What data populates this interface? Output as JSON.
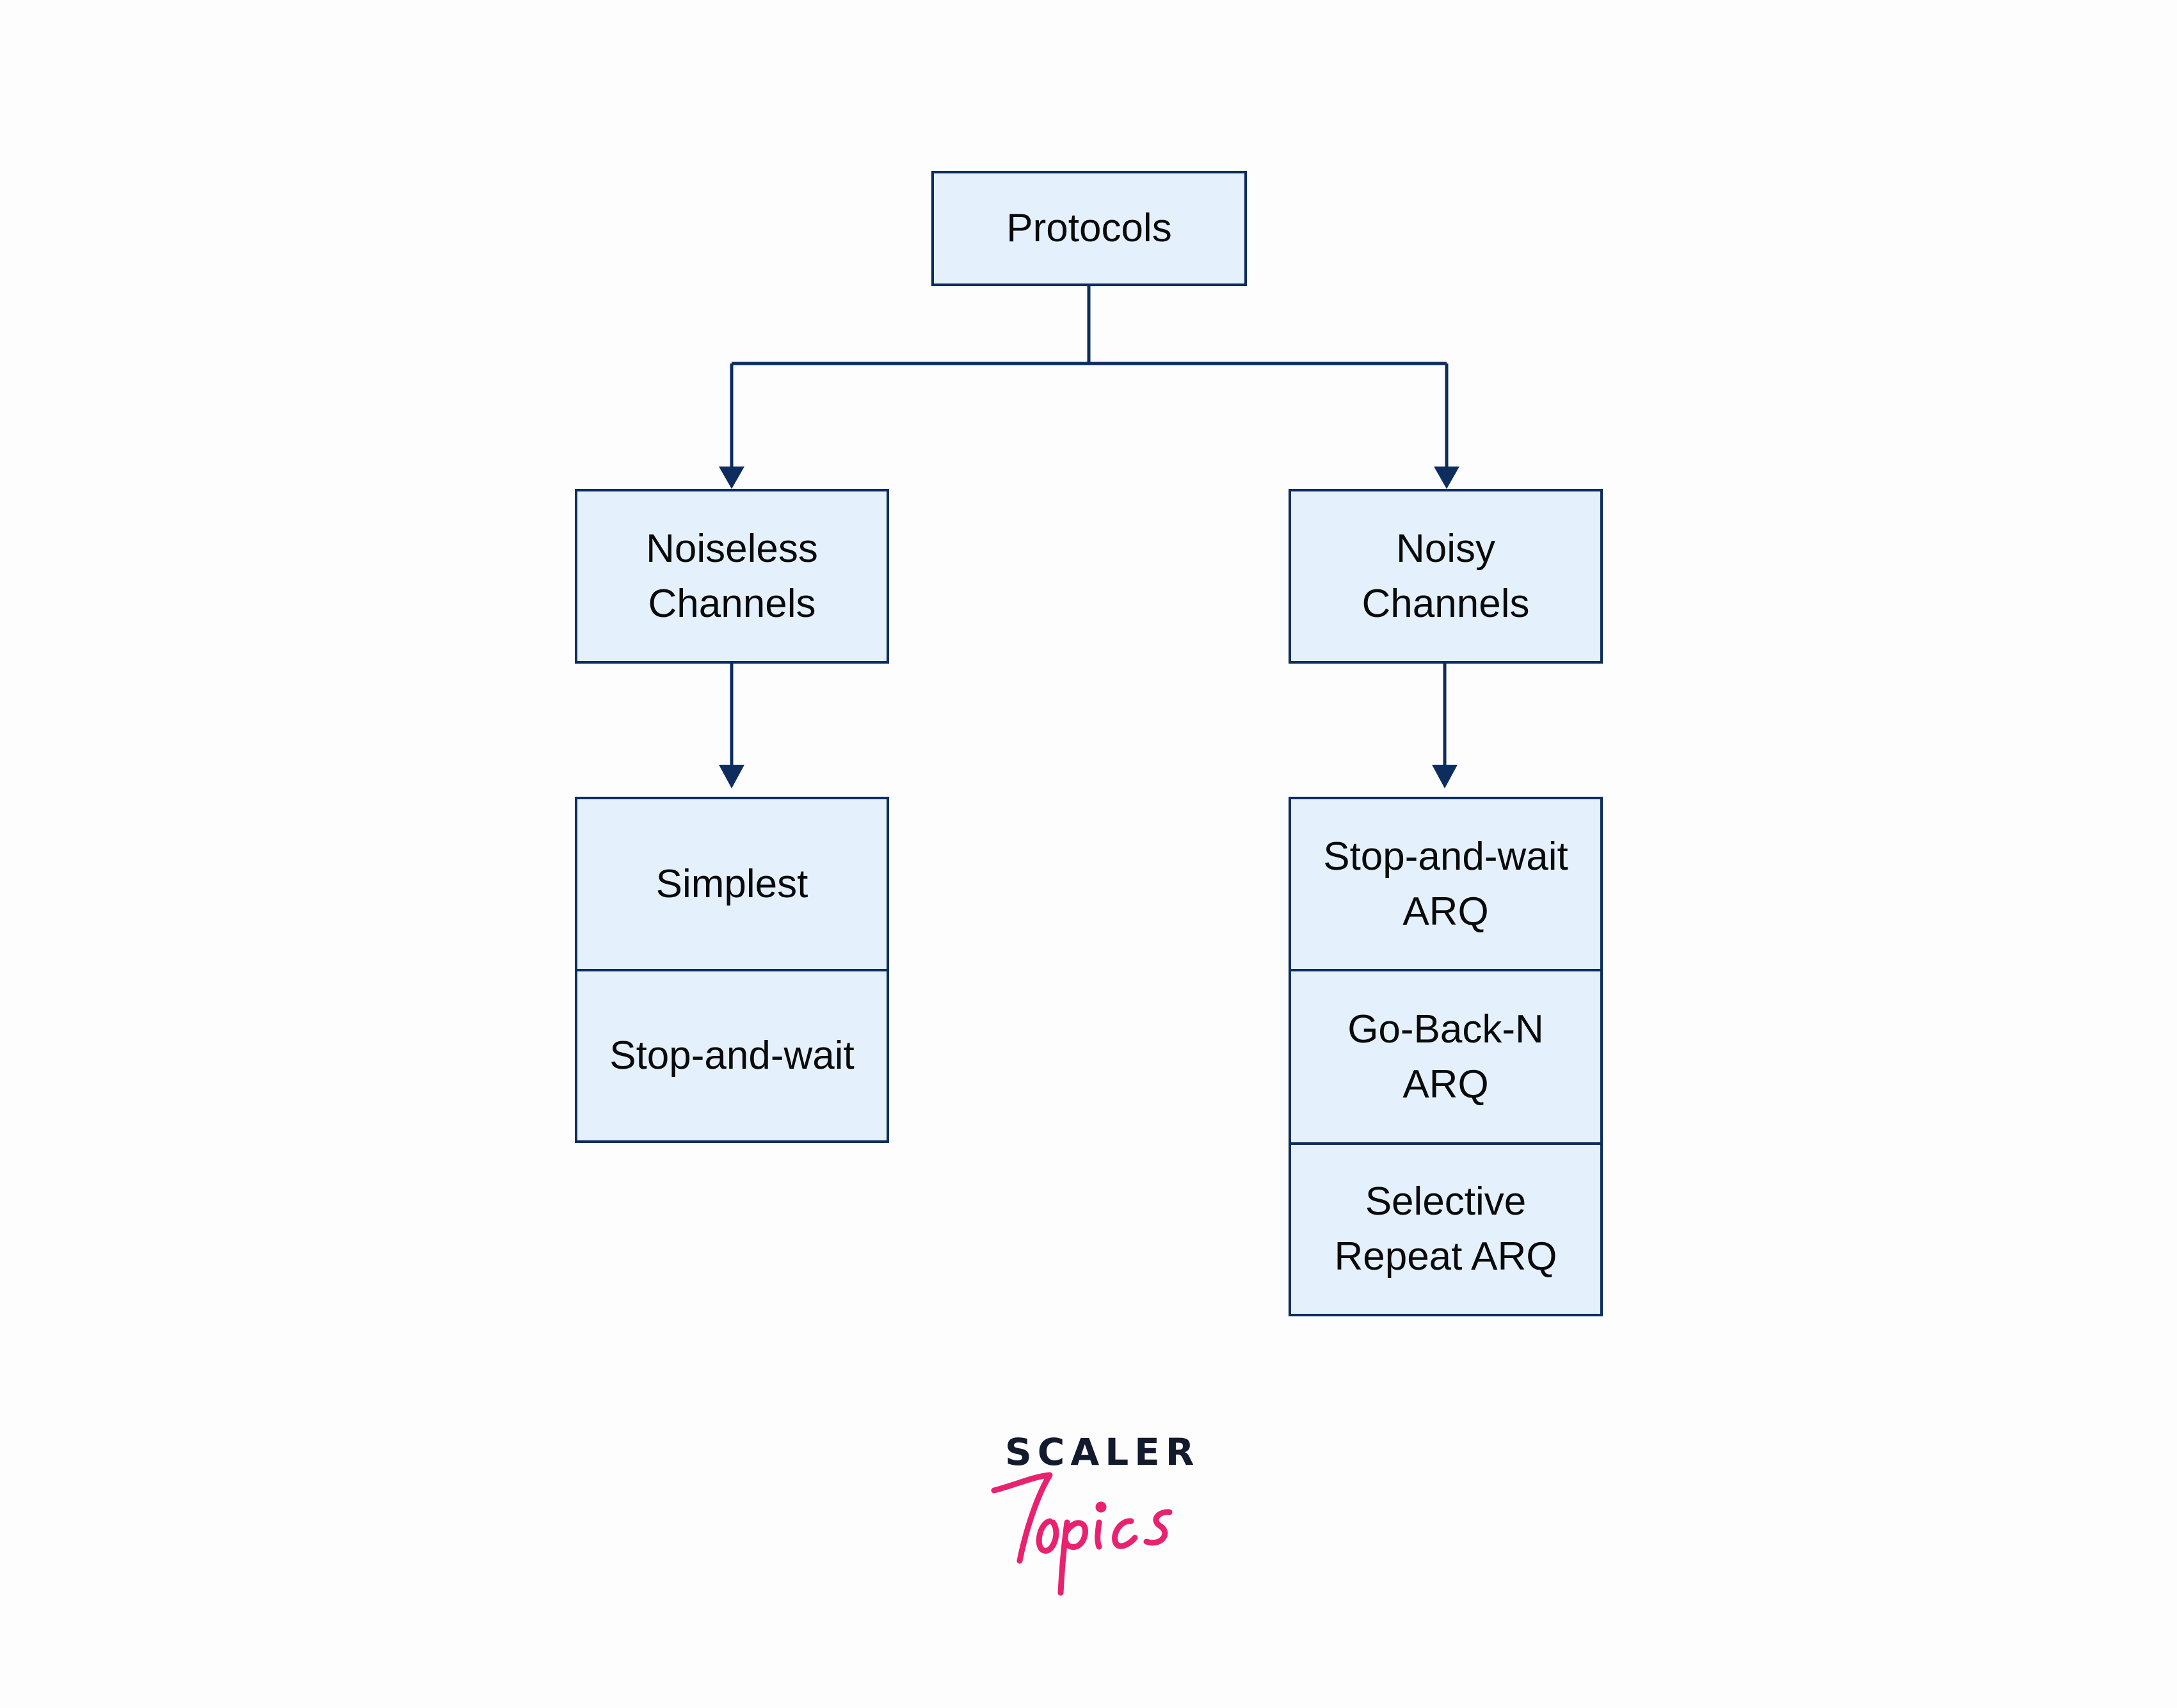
{
  "diagram": {
    "type": "tree",
    "root": {
      "label": "Protocols"
    },
    "branches": [
      {
        "label": "Noiseless\nChannels",
        "children": [
          "Simplest",
          "Stop-and-wait"
        ]
      },
      {
        "label": "Noisy\nChannels",
        "children": [
          "Stop-and-wait\nARQ",
          "Go-Back-N\nARQ",
          "Selective\nRepeat ARQ"
        ]
      }
    ],
    "colors": {
      "node_fill": "#e4f1fd",
      "stroke": "#0d2d5e",
      "text": "#0a0a0a"
    }
  },
  "logo": {
    "word": "SCALER",
    "script": "Topics",
    "word_color": "#131a2e",
    "script_color": "#e8226f"
  }
}
